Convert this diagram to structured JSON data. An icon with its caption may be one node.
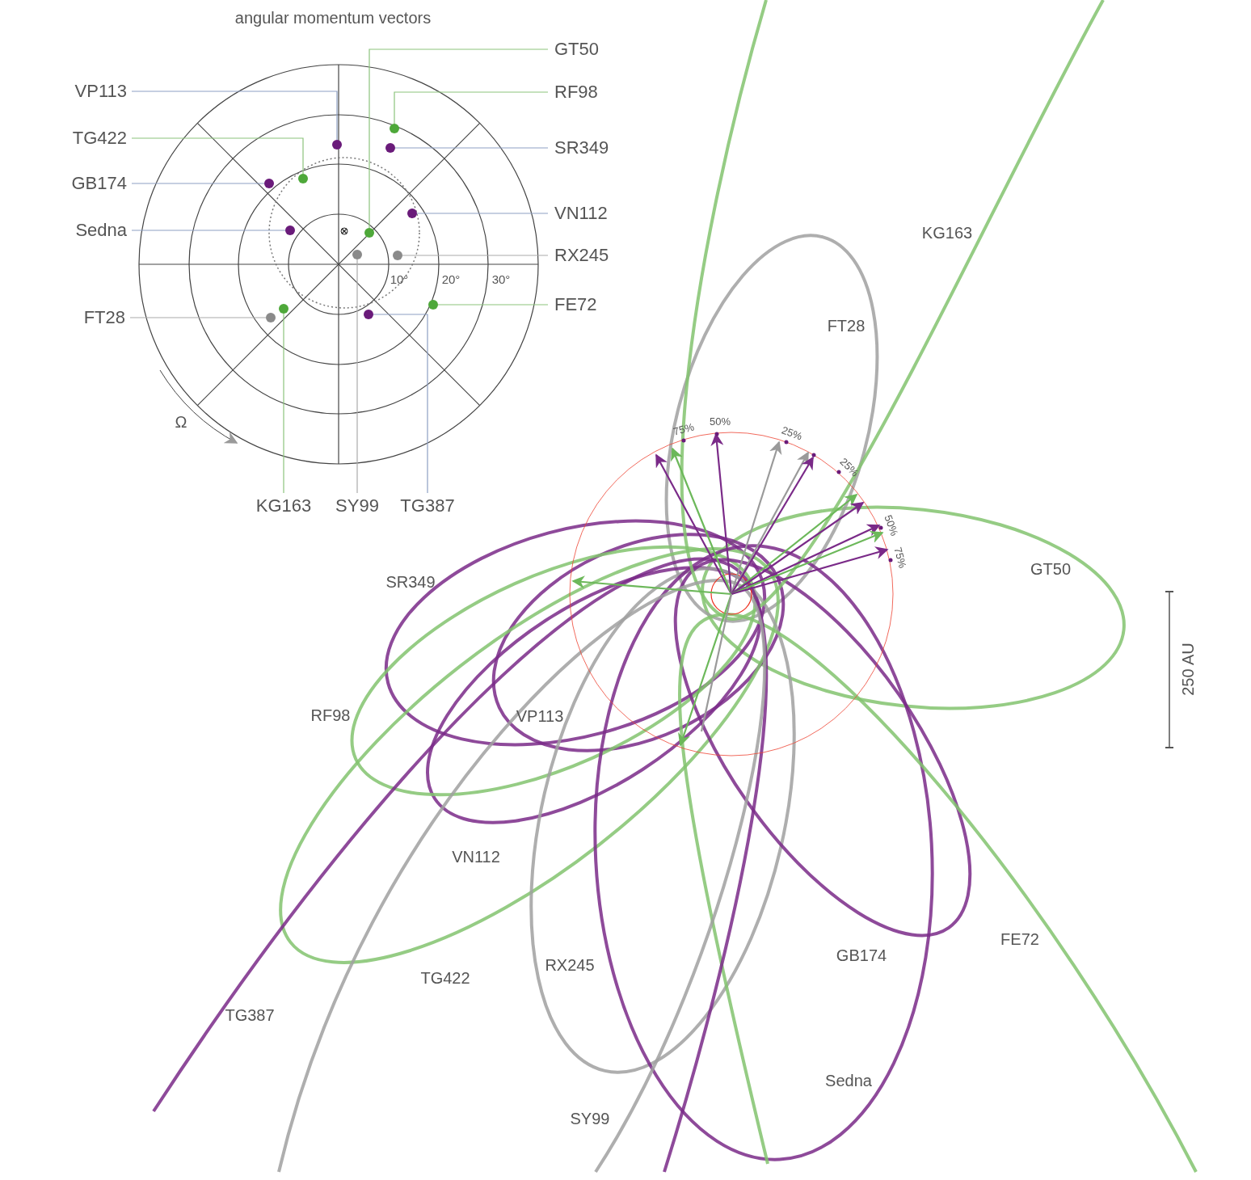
{
  "diagram": {
    "title": "angular momentum vectors",
    "nodes": [
      {
        "text": [
          "GT50"
        ]
      },
      {
        "text": [
          "VP113"
        ]
      },
      {
        "text": [
          "RF98"
        ]
      },
      {
        "text": [
          "TG422"
        ]
      },
      {
        "text": [
          "SR349"
        ]
      },
      {
        "text": [
          "GB174"
        ]
      },
      {
        "text": [
          "VN112"
        ]
      },
      {
        "text": [
          "Sedna"
        ]
      },
      {
        "text": [
          "RX245"
        ]
      },
      {
        "text": [
          "FE72"
        ]
      },
      {
        "text": [
          "FT28"
        ]
      },
      {
        "text": [
          "KG163"
        ]
      },
      {
        "text": [
          "SY99"
        ]
      },
      {
        "text": [
          "TG387"
        ]
      },
      {
        "text": [],
        "shape": "circle"
      },
      {
        "text": [],
        "shape": "circle"
      },
      {
        "text": [],
        "shape": "circle"
      },
      {
        "text": [],
        "shape": "circle"
      },
      {
        "text": [],
        "shape": "circle"
      },
      {
        "text": [],
        "shape": "circle"
      },
      {
        "text": [],
        "shape": "circle"
      },
      {
        "text": [],
        "shape": "circle"
      },
      {
        "text": [],
        "shape": "circle"
      },
      {
        "text": [],
        "shape": "circle"
      },
      {
        "text": [],
        "shape": "circle"
      },
      {
        "text": [],
        "shape": "circle"
      },
      {
        "text": [],
        "shape": "circle"
      },
      {
        "text": [],
        "shape": "circle"
      }
    ],
    "edges": [
      {
        "from": 0,
        "to": 21,
        "arrow": "none",
        "color": "#8cc47c"
      },
      {
        "from": 1,
        "to": 15,
        "arrow": "none"
      },
      {
        "from": 2,
        "to": 14,
        "arrow": "none",
        "color": "#8cc47c"
      },
      {
        "from": 3,
        "to": 17,
        "arrow": "none",
        "color": "#8cc47c"
      },
      {
        "from": 4,
        "to": 16,
        "arrow": "none"
      },
      {
        "from": 5,
        "to": 18,
        "arrow": "none"
      },
      {
        "from": 6,
        "to": 19,
        "arrow": "none"
      },
      {
        "from": 7,
        "to": 20,
        "arrow": "none"
      },
      {
        "from": 8,
        "to": 23,
        "arrow": "none",
        "color": "#aaaaaa"
      },
      {
        "from": 9,
        "to": 24,
        "arrow": "none",
        "color": "#8cc47c"
      },
      {
        "from": 10,
        "to": 27,
        "arrow": "none",
        "color": "#aaaaaa"
      },
      {
        "from": 11,
        "to": 25,
        "arrow": "none",
        "color": "#8cc47c"
      },
      {
        "from": 12,
        "to": 22,
        "arrow": "none",
        "color": "#aaaaaa"
      },
      {
        "from": 13,
        "to": 26,
        "arrow": "none"
      }
    ],
    "labels": [
      "10°",
      "20°",
      "30°",
      "Ω",
      "KG163",
      "FT28",
      "75%",
      "50%",
      "25%",
      "25%",
      "50%",
      "75%",
      "GT50",
      "SR349",
      "VP113",
      "RF98",
      "VN112",
      "GB174",
      "FE72",
      "RX245",
      "TG422",
      "TG387",
      "Sedna",
      "SY99",
      "250 AU"
    ]
  }
}
